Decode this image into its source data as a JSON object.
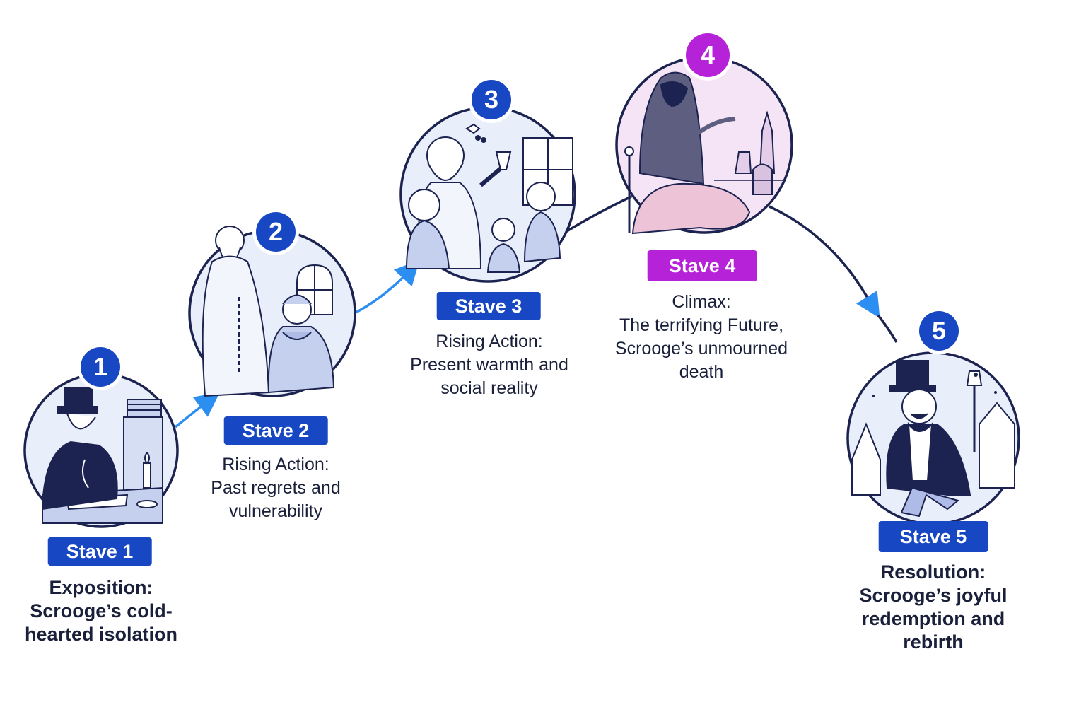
{
  "colors": {
    "blue": "#1747c3",
    "purple": "#b622d8",
    "line": "#1c2350",
    "arrow": "#2b8ef0",
    "ink": "#1a1f3a",
    "vignette_fill": "#e9eefb",
    "future_fill": "#f4e4f5"
  },
  "staves": [
    {
      "number": "1",
      "label": "Stave 1",
      "phase": "Exposition:",
      "description": "Scrooge’s cold-hearted isolation",
      "color": "blue",
      "icon": "scrooge-at-desk-with-candle-icon"
    },
    {
      "number": "2",
      "label": "Stave 2",
      "phase": "Rising Action:",
      "description": "Past regrets and vulnerability",
      "color": "blue",
      "icon": "ghost-with-chain-and-young-scrooge-icon"
    },
    {
      "number": "3",
      "label": "Stave 3",
      "phase": "Rising Action:",
      "description": "Present warmth and social reality",
      "color": "blue",
      "icon": "ghost-of-present-with-cratchit-family-icon"
    },
    {
      "number": "4",
      "label": "Stave 4",
      "phase": "Climax:",
      "description": "The terrifying Future, Scrooge’s unmourned death",
      "color": "purple",
      "icon": "hooded-ghost-pointing-at-grave-icon"
    },
    {
      "number": "5",
      "label": "Stave 5",
      "phase": "Resolution:",
      "description": "Scrooge’s joyful redemption and rebirth",
      "color": "blue",
      "icon": "joyful-scrooge-tipping-hat-icon"
    }
  ]
}
